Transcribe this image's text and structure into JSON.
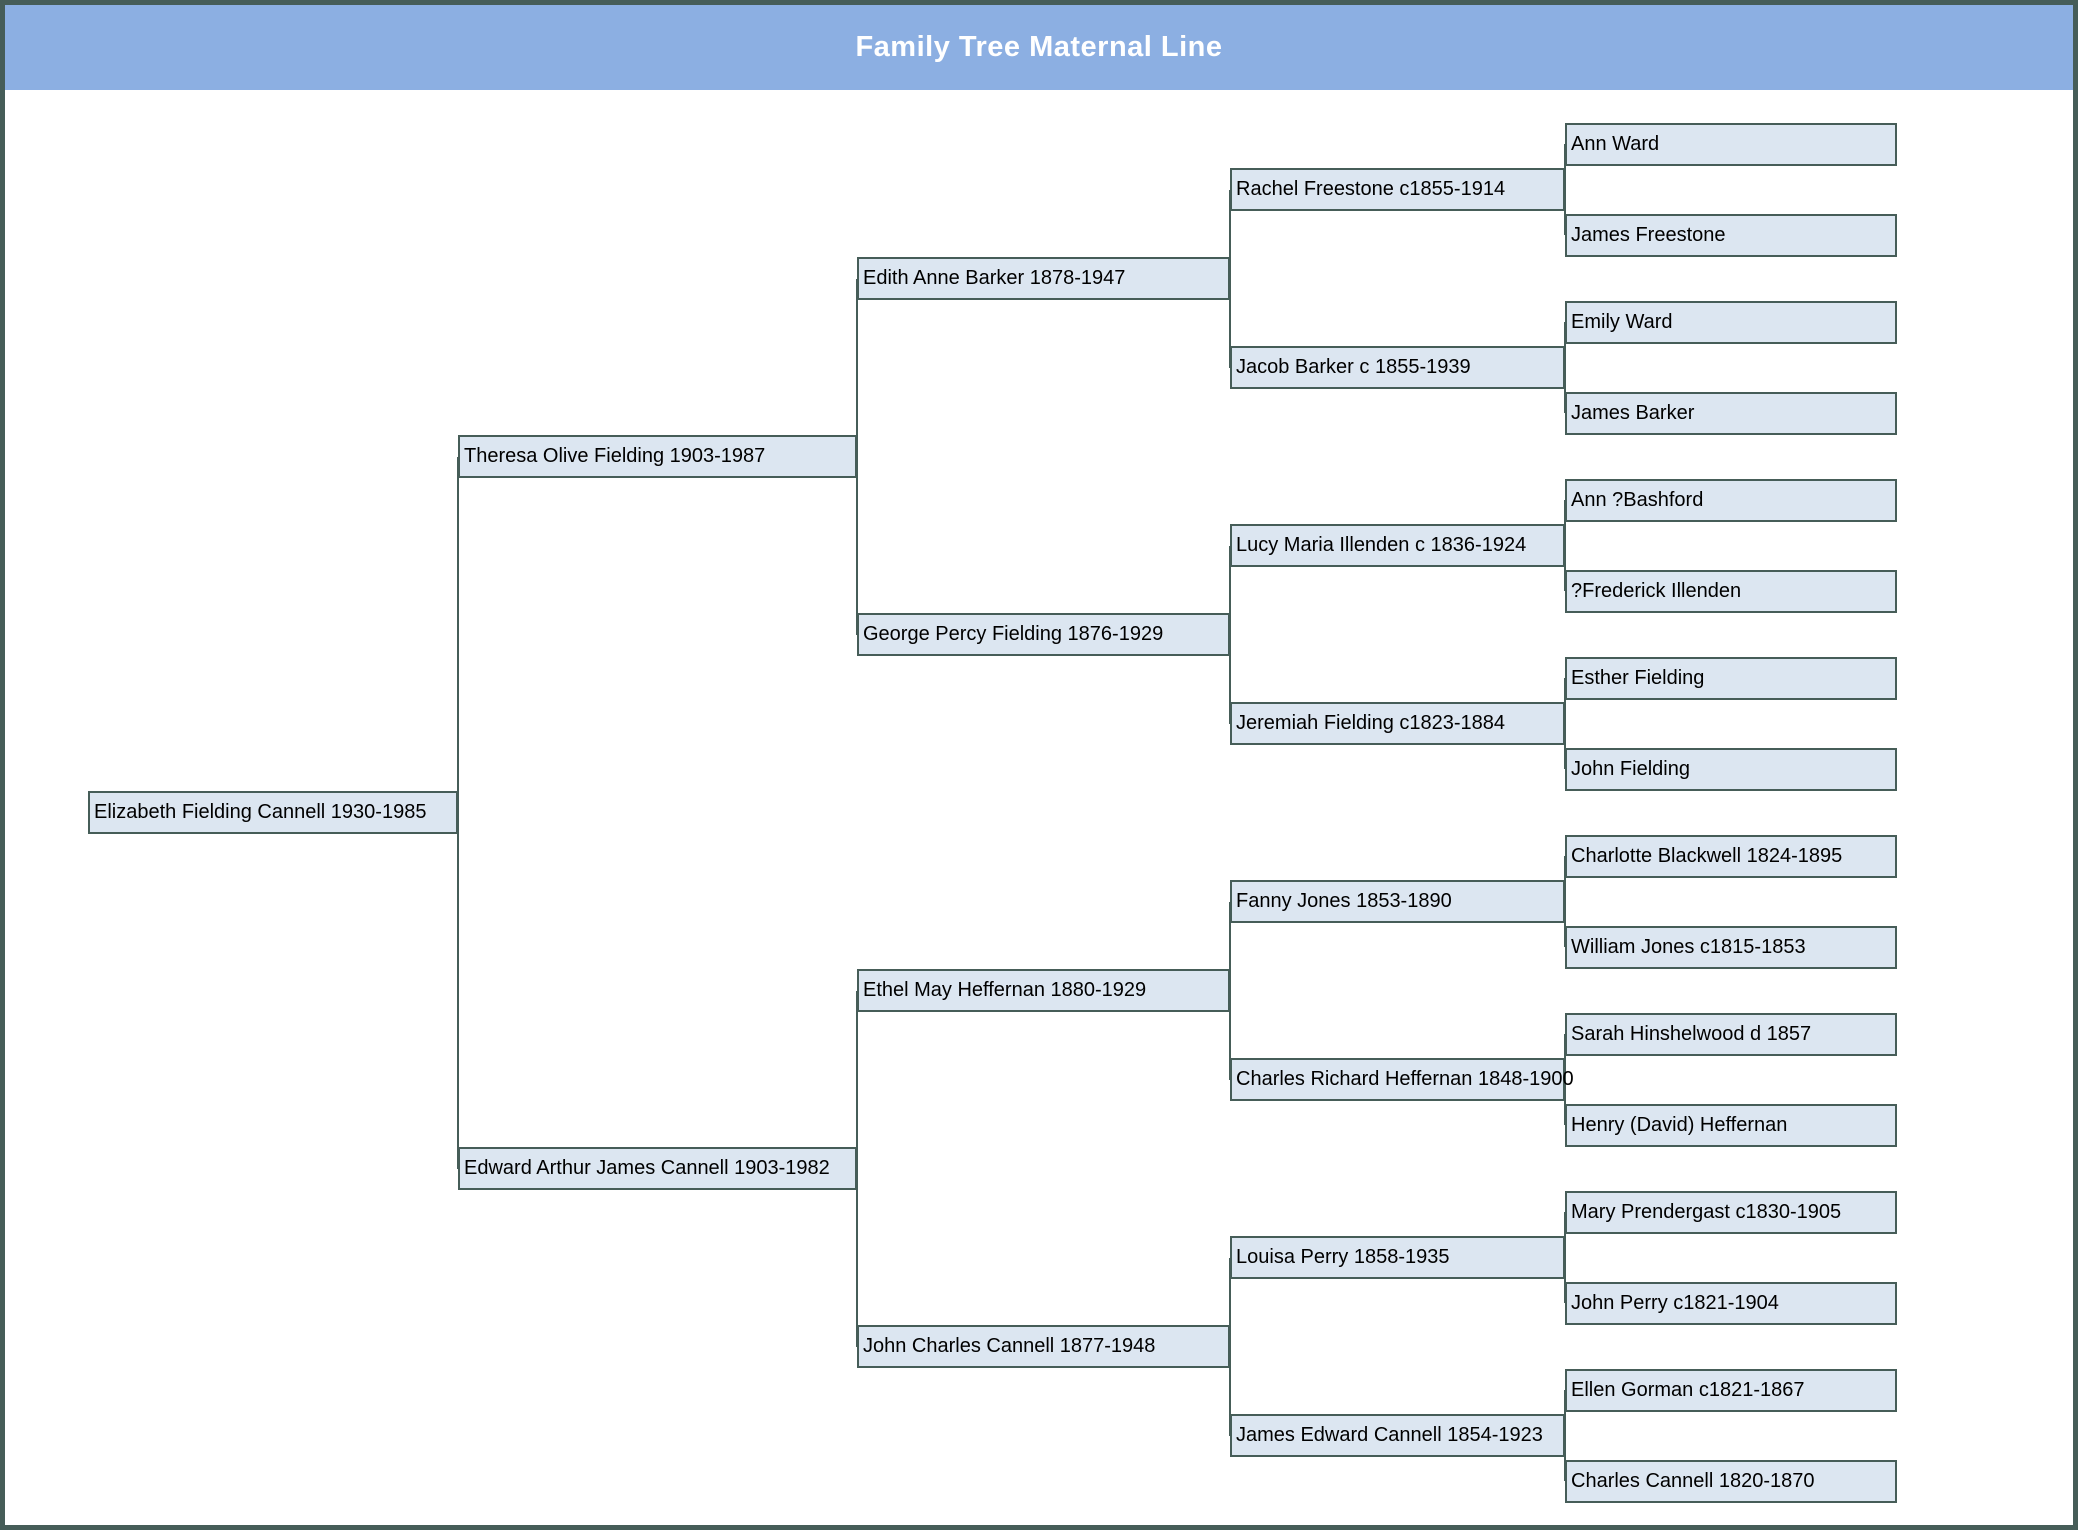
{
  "title": "Family Tree Maternal Line",
  "colors": {
    "header_bg": "#8cafe2",
    "title_color": "#ffffff",
    "box_fill": "#dce6f1",
    "line_color": "#465d58",
    "text_color": "#000000",
    "page_bg": "#ffffff"
  },
  "generations": [
    [
      "Elizabeth Fielding Cannell 1930-1985"
    ],
    [
      "Theresa Olive Fielding 1903-1987",
      "Edward Arthur James Cannell 1903-1982"
    ],
    [
      "Edith Anne Barker 1878-1947",
      "George Percy Fielding 1876-1929",
      "Ethel May Heffernan 1880-1929",
      "John Charles Cannell 1877-1948"
    ],
    [
      "Rachel Freestone c1855-1914",
      "Jacob Barker c 1855-1939",
      "Lucy Maria Illenden c 1836-1924",
      "Jeremiah Fielding c1823-1884",
      "Fanny Jones 1853-1890",
      "Charles Richard Heffernan 1848-1900",
      "Louisa Perry 1858-1935",
      "James Edward Cannell 1854-1923"
    ],
    [
      "Ann Ward",
      "James Freestone",
      "Emily Ward",
      "James Barker",
      "Ann ?Bashford",
      "?Frederick Illenden",
      "Esther Fielding",
      "John Fielding",
      "Charlotte Blackwell 1824-1895",
      "William Jones c1815-1853",
      "Sarah Hinshelwood d 1857",
      "Henry (David) Heffernan",
      "Mary Prendergast c1830-1905",
      "John Perry c1821-1904",
      "Ellen Gorman c1821-1867",
      "Charles Cannell 1820-1870"
    ]
  ]
}
